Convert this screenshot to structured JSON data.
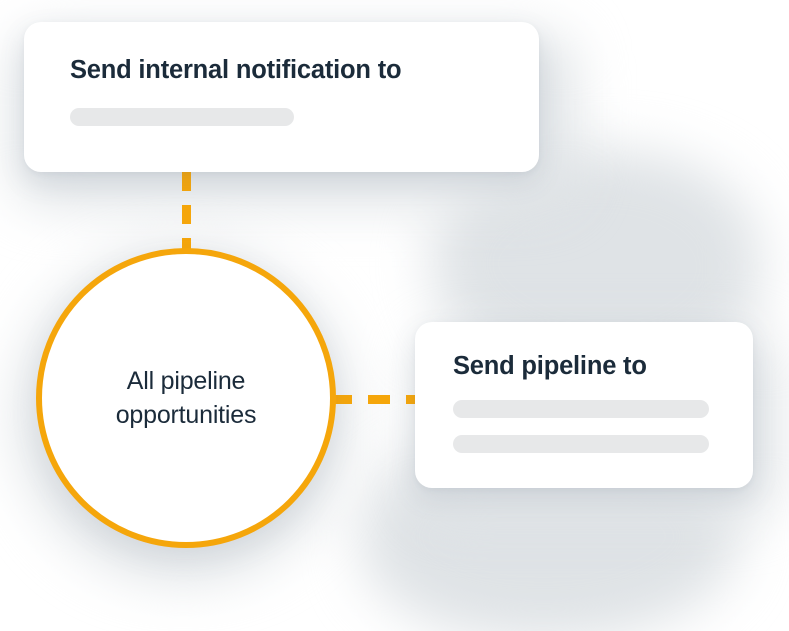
{
  "theme": {
    "accent_color": "#F5A60B",
    "ink_color": "#1b2b3a",
    "card_background": "#ffffff",
    "placeholder_color": "#e7e8e9",
    "canvas_background": "#ffffff",
    "shadow_color": "#dfe3e6"
  },
  "diagram": {
    "type": "workflow-flowchart",
    "trigger": {
      "label": "All pipeline opportunities",
      "line_1": "All pipeline",
      "line_2": "opportunities",
      "shape": "circle"
    },
    "actions": [
      {
        "id": "send-internal-notification",
        "title": "Send internal notification to",
        "placeholder_rows": 1
      },
      {
        "id": "send-pipeline",
        "title": "Send pipeline to",
        "placeholder_rows": 2
      }
    ],
    "connectors": [
      {
        "id": "trigger-to-notification",
        "orientation": "vertical",
        "style": "dashed"
      },
      {
        "id": "trigger-to-pipeline",
        "orientation": "horizontal",
        "style": "dashed"
      }
    ]
  }
}
